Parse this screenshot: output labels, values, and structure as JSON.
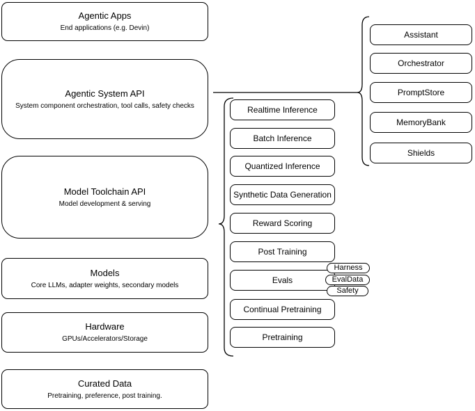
{
  "colors": {
    "background": "#ffffff",
    "stroke": "#000000",
    "text": "#000000"
  },
  "layer_stack": {
    "items": [
      {
        "title": "Agentic Apps",
        "subtitle": "End applications (e.g. Devin)"
      },
      {
        "title": "Agentic System API",
        "subtitle": "System component orchestration, tool calls, safety checks"
      },
      {
        "title": "Model Toolchain API",
        "subtitle": "Model development & serving"
      },
      {
        "title": "Models",
        "subtitle": "Core LLMs, adapter weights, secondary models"
      },
      {
        "title": "Hardware",
        "subtitle": "GPUs/Accelerators/Storage"
      },
      {
        "title": "Curated Data",
        "subtitle": "Pretraining, preference, post training."
      }
    ]
  },
  "toolchain_group": {
    "items": [
      {
        "label": "Realtime Inference"
      },
      {
        "label": "Batch Inference"
      },
      {
        "label": "Quantized Inference"
      },
      {
        "label": "Synthetic Data Generation"
      },
      {
        "label": "Reward Scoring"
      },
      {
        "label": "Post Training"
      },
      {
        "label": "Evals"
      },
      {
        "label": "Continual Pretraining"
      },
      {
        "label": "Pretraining"
      }
    ],
    "evals_badges": [
      {
        "label": "Harness"
      },
      {
        "label": "EvalData"
      },
      {
        "label": "Safety"
      }
    ]
  },
  "system_group": {
    "items": [
      {
        "label": "Assistant"
      },
      {
        "label": "Orchestrator"
      },
      {
        "label": "PromptStore"
      },
      {
        "label": "MemoryBank"
      },
      {
        "label": "Shields"
      }
    ]
  }
}
